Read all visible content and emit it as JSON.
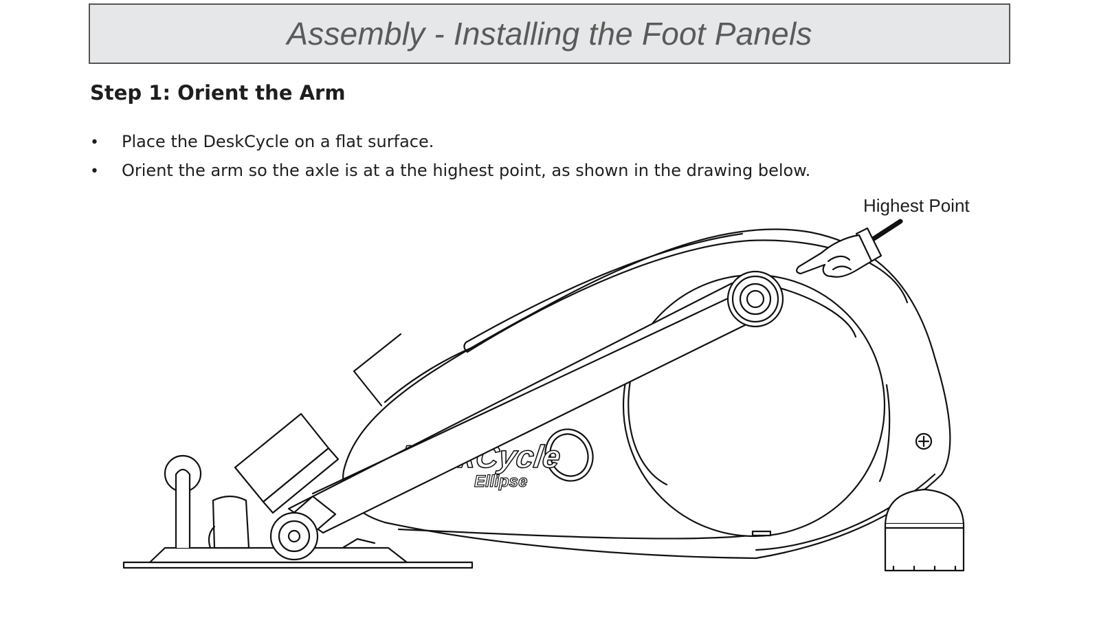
{
  "header": {
    "title": "Assembly - Installing the Foot Panels"
  },
  "step": {
    "heading": "Step 1: Orient the Arm"
  },
  "instructions": [
    {
      "bullet": "•",
      "text": "Place the DeskCycle on a flat surface."
    },
    {
      "bullet": "•",
      "text": "Orient the arm so the axle is at a the highest point, as shown in the drawing below."
    }
  ],
  "drawing": {
    "callout_label": "Highest Point",
    "logo_text": "DeskCycle",
    "logo_subtext": "Ellipse"
  }
}
